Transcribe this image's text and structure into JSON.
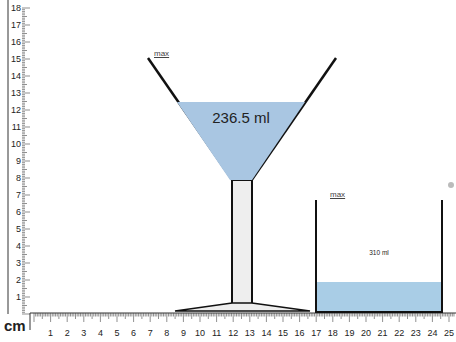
{
  "diagram": {
    "nodes": [
      {
        "text": [
          "max"
        ]
      },
      {
        "text": [
          "236.5 ml"
        ],
        "in": 0
      },
      {
        "text": [
          "max",
          "310 ml"
        ]
      }
    ],
    "labels": [
      "18",
      "17",
      "16",
      "15",
      "14",
      "13",
      "12",
      "11",
      "10",
      "9",
      "8",
      "7",
      "6",
      "5",
      "4",
      "3",
      "2",
      "1",
      "cm",
      "1",
      "2",
      "3",
      "4",
      "5",
      "6",
      "7",
      "8",
      "9",
      "10",
      "11",
      "12",
      "13",
      "14",
      "15",
      "16",
      "17",
      "18",
      "19",
      "20",
      "21",
      "22",
      "23",
      "24",
      "25"
    ]
  }
}
